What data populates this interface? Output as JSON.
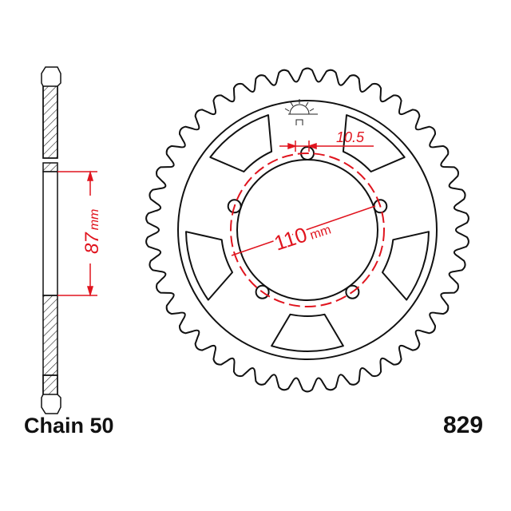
{
  "labels": {
    "chain": "Chain 50",
    "part_number": "829"
  },
  "dimensions": {
    "bolt_hole": "10.5",
    "bolt_circle_value": "110",
    "bolt_circle_unit": "mm",
    "center_bore_value": "87",
    "center_bore_unit": "mm"
  },
  "sprocket": {
    "teeth": 42,
    "bolt_holes": 5
  },
  "colors": {
    "line": "#111111",
    "dimension": "#e0141e"
  }
}
